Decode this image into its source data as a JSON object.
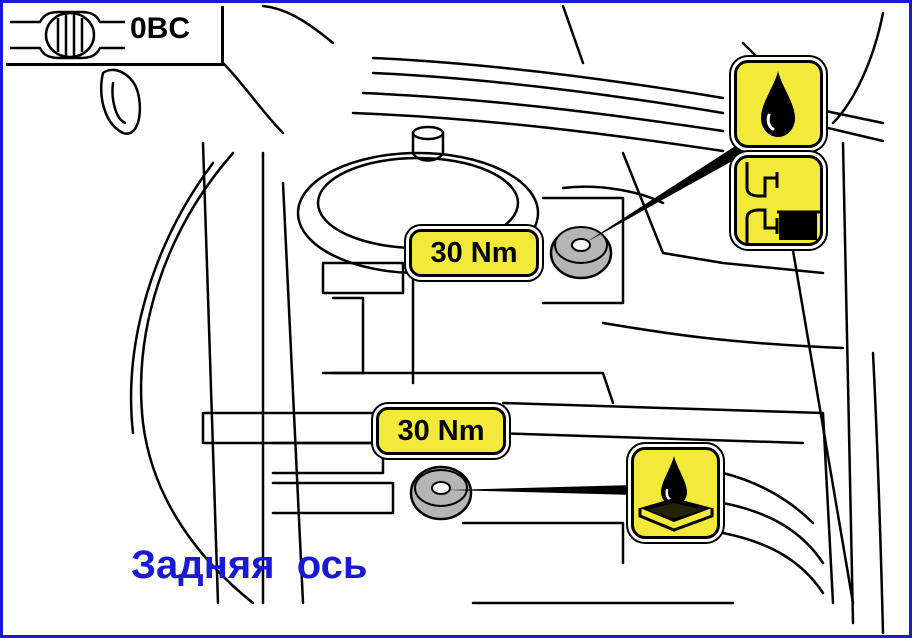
{
  "code": {
    "text": "0BC"
  },
  "labels": {
    "upper_torque": "30 Nm",
    "lower_torque": "30 Nm"
  },
  "caption": {
    "text": "Задняя  ось"
  },
  "icons": {
    "oil": "oil-drop-icon",
    "fill_level": "fill-level-icon",
    "drain": "oil-drain-icon",
    "fitting": "axle-fitting-icon"
  },
  "colors": {
    "border": "#1a1ad6",
    "caption": "#1a1ad6",
    "label_fill": "#f2e93a",
    "plug": "#b5b5b5"
  }
}
